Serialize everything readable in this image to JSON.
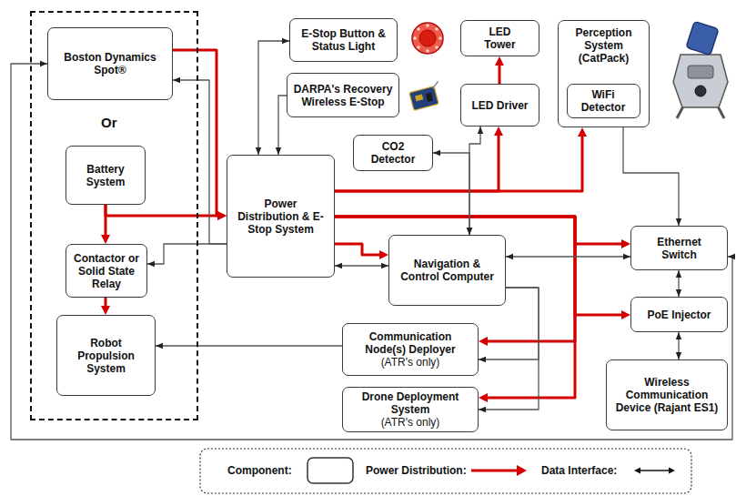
{
  "diagram": {
    "nodes": [
      {
        "text": [
          "Or"
        ]
      },
      {
        "text": [
          "Boston Dynamics Spot®"
        ],
        "in": 0
      },
      {
        "text": [
          "Battery System"
        ],
        "in": 0
      },
      {
        "text": [
          "Contactor or Solid State Relay"
        ],
        "in": 0
      },
      {
        "text": [
          "Robot Propulsion System"
        ],
        "in": 0
      },
      {
        "text": [
          "E-Stop Button & Status Light"
        ]
      },
      {
        "text": [
          "DARPA's Recovery Wireless E-Stop"
        ]
      },
      {
        "text": [
          "Power Distribution & E-Stop System"
        ]
      },
      {
        "text": [
          "CO2 Detector"
        ]
      },
      {
        "text": [
          "LED Tower"
        ]
      },
      {
        "text": [
          "LED Driver"
        ]
      },
      {
        "text": [
          "Perception System (CatPack)"
        ]
      },
      {
        "text": [
          "WiFi Detector"
        ],
        "in": 11
      },
      {
        "text": [
          "Navigation & Control Computer"
        ]
      },
      {
        "text": [
          "Ethernet Switch"
        ]
      },
      {
        "text": [
          "PoE Injector"
        ]
      },
      {
        "text": [
          "Communication Node(s) Deployer",
          "(ATR's only)"
        ]
      },
      {
        "text": [
          "Drone Deployment System",
          "(ATR's only)"
        ]
      },
      {
        "text": [
          "Wireless Communication Device (Rajant ES1)"
        ]
      }
    ],
    "edges": [
      {
        "from": 1,
        "to": 7,
        "arrow": "to"
      },
      {
        "from": 2,
        "to": 7,
        "arrow": "to"
      },
      {
        "from": 2,
        "to": 3,
        "arrow": "to"
      },
      {
        "from": 3,
        "to": 4,
        "arrow": "to"
      },
      {
        "from": 7,
        "to": 10,
        "arrow": "to"
      },
      {
        "from": 10,
        "to": 9,
        "arrow": "to"
      },
      {
        "from": 7,
        "to": 11,
        "arrow": "to"
      },
      {
        "from": 7,
        "to": 13,
        "arrow": "to"
      },
      {
        "from": 7,
        "to": 14,
        "arrow": "to"
      },
      {
        "from": 7,
        "to": 15,
        "arrow": "to"
      },
      {
        "from": 7,
        "to": 16,
        "arrow": "to"
      },
      {
        "from": 7,
        "to": 17,
        "arrow": "to"
      },
      {
        "from": 7,
        "to": 5,
        "arrow": "both"
      },
      {
        "from": 6,
        "to": 7,
        "arrow": "to"
      },
      {
        "from": 7,
        "to": 3,
        "arrow": "to"
      },
      {
        "from": 7,
        "to": 1,
        "arrow": "to"
      },
      {
        "from": 13,
        "to": 7,
        "arrow": "both"
      },
      {
        "from": 8,
        "to": 13,
        "arrow": "both"
      },
      {
        "from": 10,
        "to": 13,
        "arrow": "both"
      },
      {
        "from": 12,
        "to": 14,
        "arrow": "both"
      },
      {
        "from": 13,
        "to": 14,
        "arrow": "both"
      },
      {
        "from": 14,
        "to": 15,
        "arrow": "both"
      },
      {
        "from": 15,
        "to": 18,
        "arrow": "both"
      },
      {
        "from": 14,
        "to": 1,
        "arrow": "both"
      },
      {
        "from": 13,
        "to": 16,
        "arrow": "to"
      },
      {
        "from": 13,
        "to": 17,
        "arrow": "to"
      },
      {
        "from": 16,
        "to": 4,
        "arrow": "to"
      }
    ],
    "legend": [
      {
        "text": "Component:"
      },
      {
        "text": "Power Distribution:"
      },
      {
        "text": "Data Interface:"
      }
    ]
  }
}
